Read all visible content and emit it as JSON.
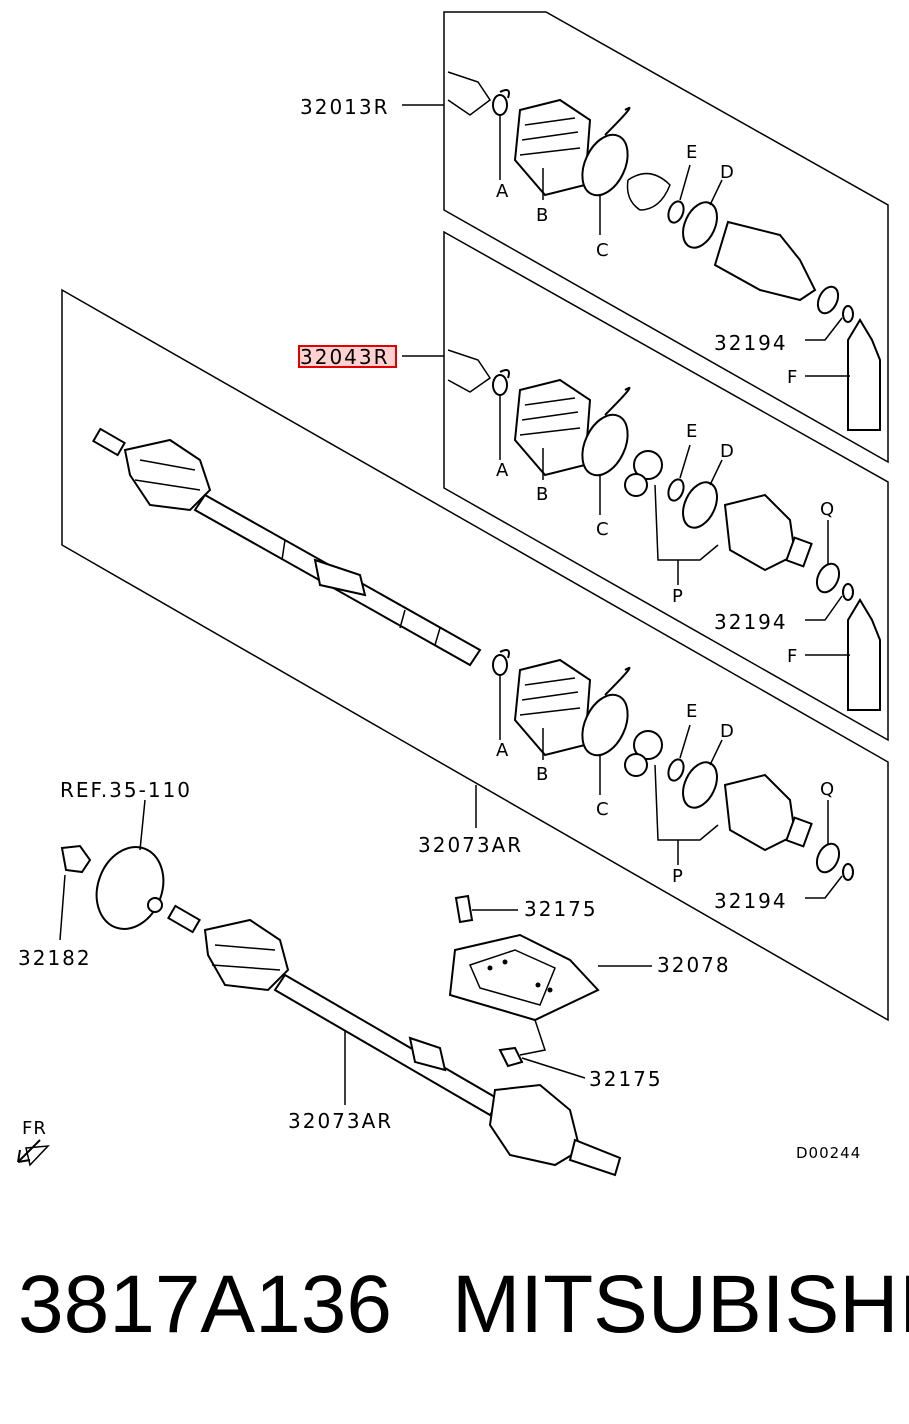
{
  "labels": {
    "upper_assembly": "32013R",
    "middle_assembly": "32043R",
    "main_shaft": "32073AR",
    "lower_shaft": "32073AR",
    "ref": "REF.35-110",
    "nut": "32182",
    "bolt_top": "32175",
    "bolt_bottom": "32175",
    "bracket": "32078",
    "ring_upper": "32194",
    "ring_middle": "32194",
    "ring_lower": "32194",
    "clip": "A",
    "boot": "B",
    "band": "C",
    "snap_ring": "E",
    "band_d": "D",
    "grease": "F",
    "spider": "P",
    "seal": "Q",
    "front": "FR",
    "diagram_code": "D00244"
  },
  "footer": {
    "part_number": "3817A136",
    "brand": "MITSUBISHI"
  },
  "highlight_color": "#e00000"
}
